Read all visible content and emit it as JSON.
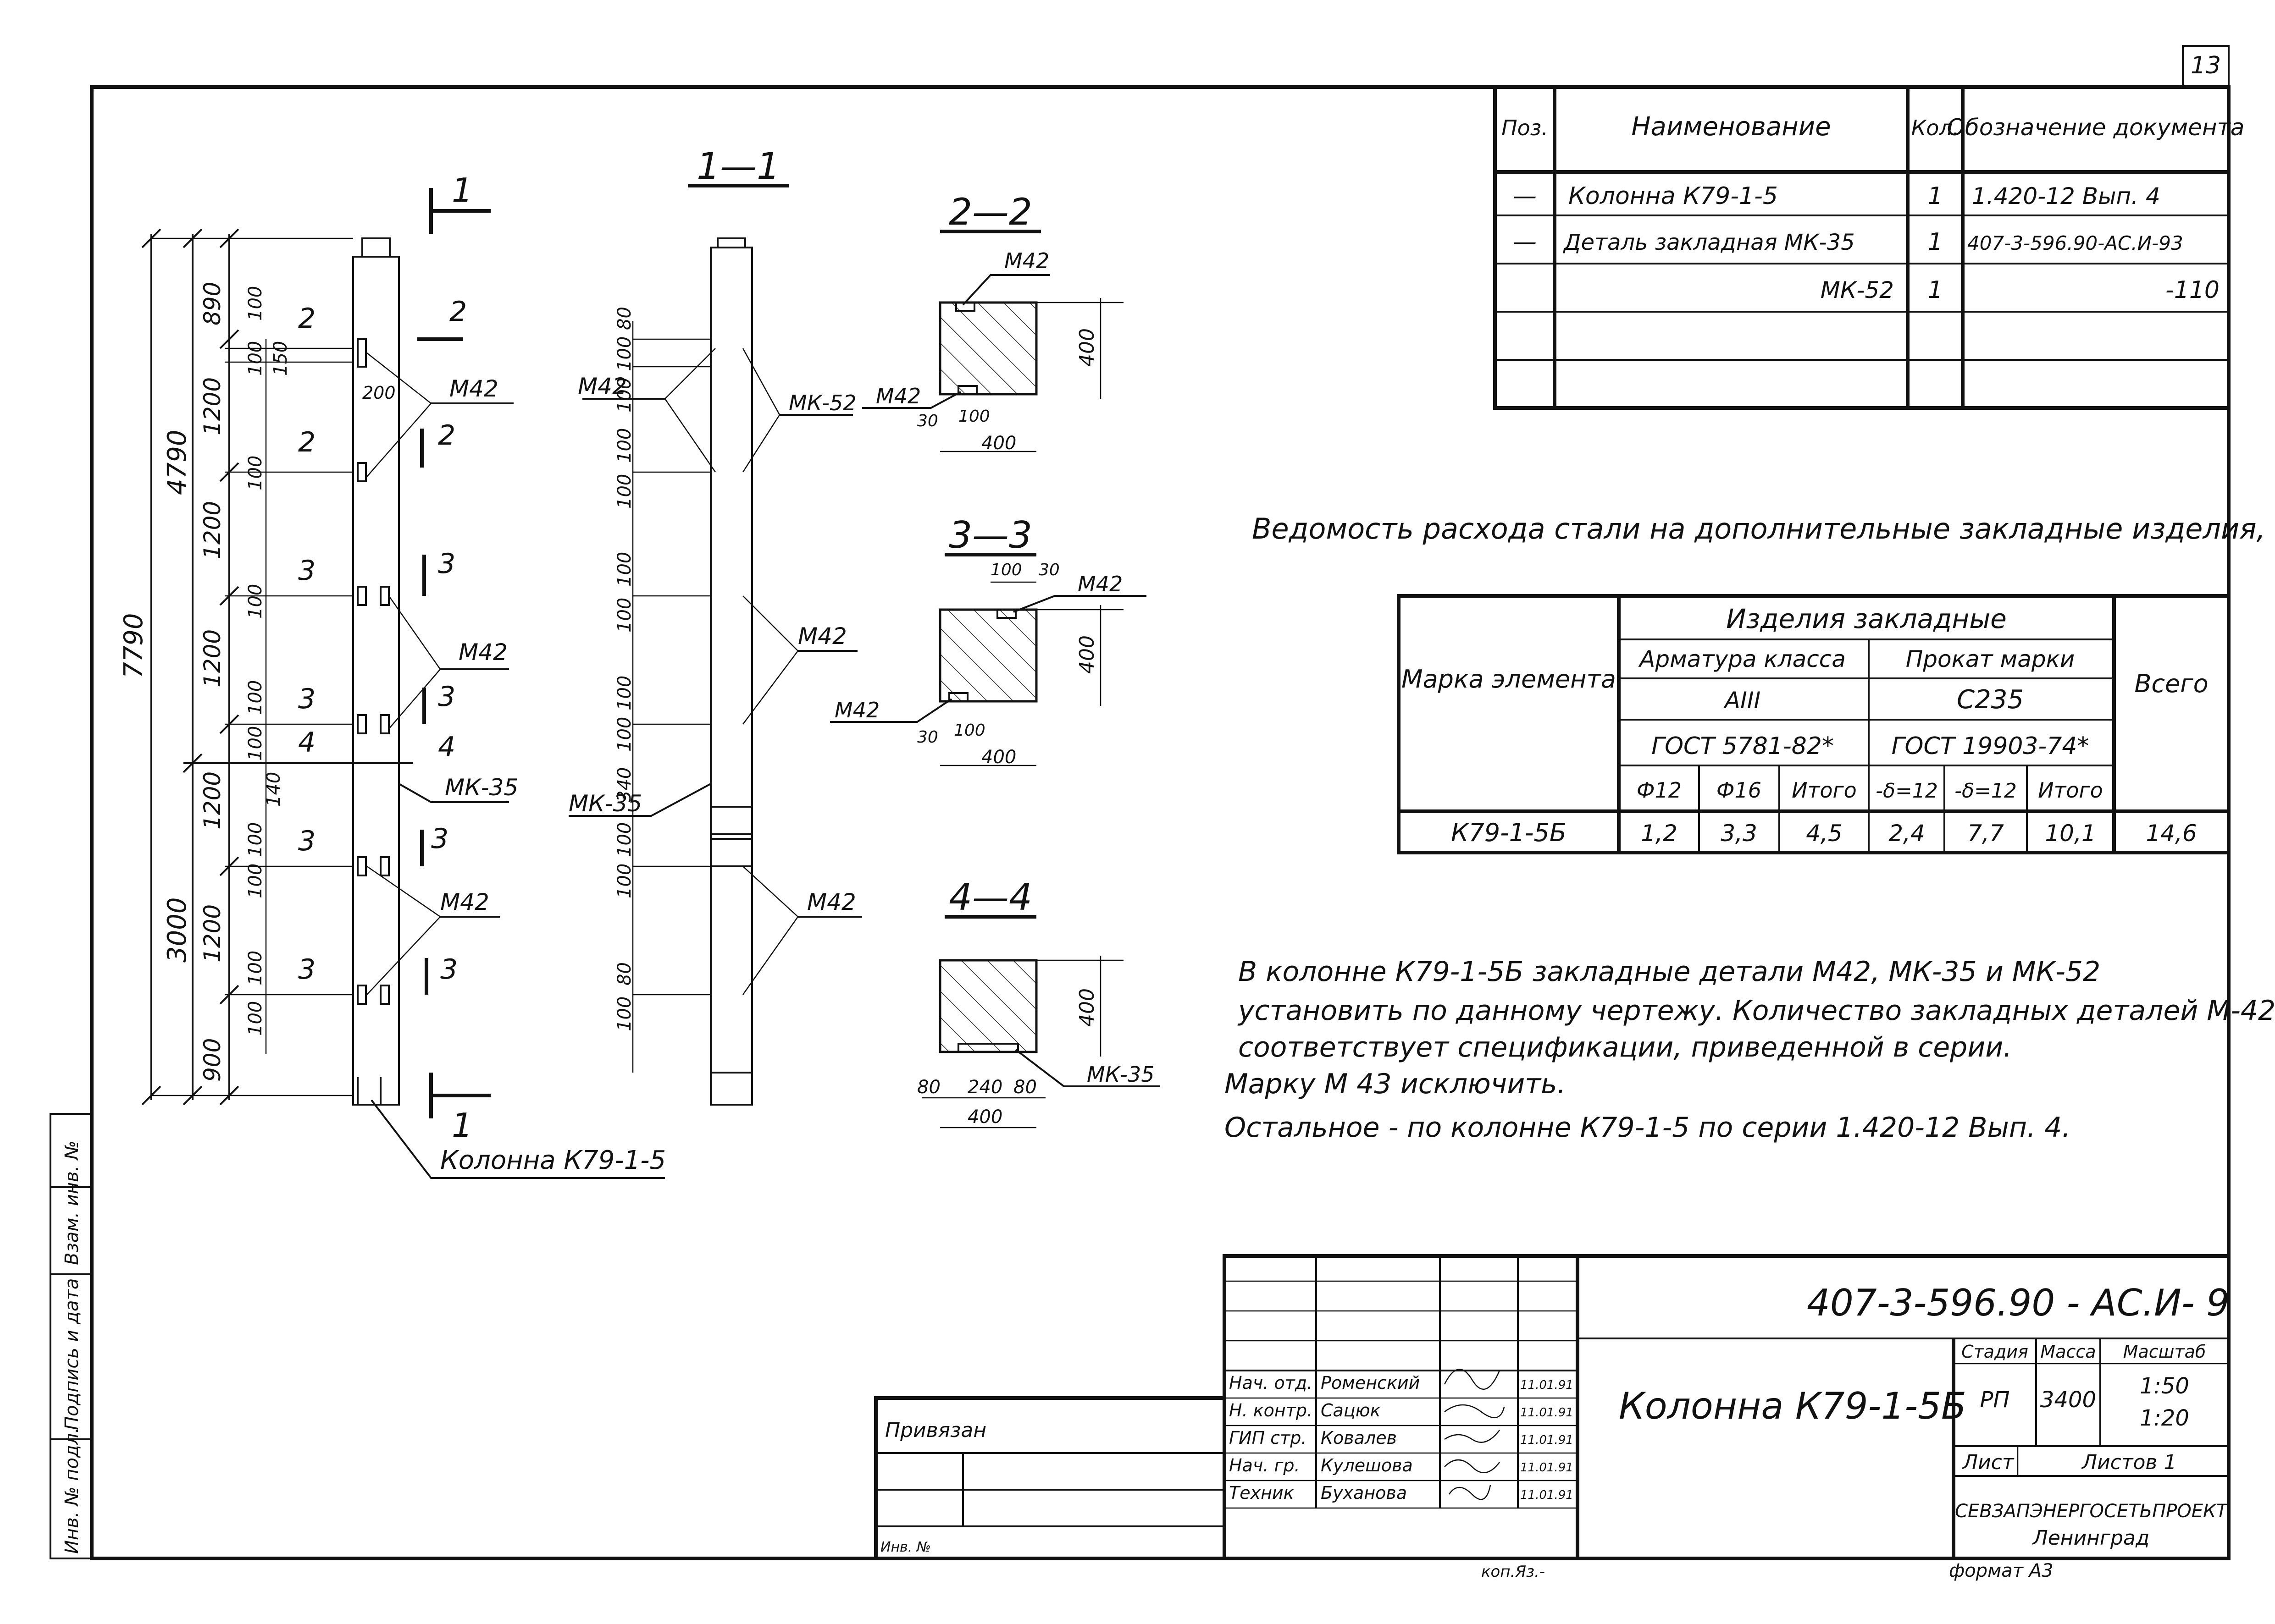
{
  "sheet_number": "13",
  "spec_table": {
    "headers": [
      "Поз.",
      "Наименование",
      "Кол.",
      "Обозначение документа"
    ],
    "rows": [
      [
        "—",
        "Колонна  К79-1-5",
        "1",
        "1.420-12  Вып. 4"
      ],
      [
        "—",
        "Деталь закладная МК-35",
        "1",
        "407-3-596.90-АС.И-93"
      ],
      [
        "",
        "МК-52",
        "1",
        "-110"
      ],
      [
        "",
        "",
        "",
        ""
      ],
      [
        "",
        "",
        "",
        ""
      ]
    ]
  },
  "steel_title": "Ведомость расхода стали на дополнительные закладные изделия, кг",
  "steel_table": {
    "col_element": "Марка элемента",
    "group": "Изделия  закладные",
    "sub1": "Арматура класса",
    "sub2": "Прокат марки",
    "cls1": "АIII",
    "cls2": "С235",
    "gost1": "ГОСТ 5781-82*",
    "gost2": "ГОСТ 19903-74*",
    "total": "Всего",
    "cols": [
      "Ф12",
      "Ф16",
      "Итого",
      "-δ=12",
      "-δ=12",
      "Итого"
    ],
    "row": [
      "К79-1-5Б",
      "1,2",
      "3,3",
      "4,5",
      "2,4",
      "7,7",
      "10,1",
      "14,6"
    ]
  },
  "notes": [
    "В колонне  К79-1-5Б закладные  детали М42, МК-35 и МК-52",
    "установить по данному чертежу. Количество закладных деталей М-42",
    "соответствует спецификации, приведенной  в  серии.",
    "Марку  М 43  исключить.",
    "Остальное - по колонне  К79-1-5 по серии  1.420-12  Вып. 4."
  ],
  "elevation": {
    "section_marks": [
      "1",
      "1",
      "2",
      "2",
      "2",
      "2",
      "3",
      "3",
      "3",
      "3",
      "4",
      "4",
      "3",
      "3",
      "3",
      "3"
    ],
    "overall_dims": [
      "7790",
      "4790",
      "3000"
    ],
    "segment_dims": [
      "890",
      "1200",
      "1200",
      "1200",
      "1200",
      "1200",
      "900"
    ],
    "small_dims": [
      "100",
      "100",
      "150",
      "100",
      "100",
      "100",
      "100",
      "100",
      "140",
      "100",
      "100",
      "100",
      "100",
      "200"
    ],
    "labels": [
      "М42",
      "М42",
      "М42",
      "МК-35",
      "М42"
    ],
    "caption": "Колонна  К79-1-5"
  },
  "section_1_1": {
    "title": "1—1",
    "dims": [
      "80",
      "100",
      "100",
      "100",
      "100",
      "100",
      "100",
      "100",
      "100",
      "340",
      "100",
      "100",
      "80",
      "100"
    ],
    "labels": [
      "М42",
      "МК-52",
      "М42",
      "МК-35",
      "М42"
    ]
  },
  "sections": [
    {
      "title": "2—2",
      "labels": [
        "М42",
        "М42"
      ],
      "dims": [
        "400",
        "30",
        "100",
        "400"
      ]
    },
    {
      "title": "3—3",
      "labels": [
        "М42",
        "М42"
      ],
      "dims": [
        "100",
        "30",
        "400",
        "30",
        "100",
        "400"
      ]
    },
    {
      "title": "4—4",
      "labels": [
        "МК-35"
      ],
      "dims": [
        "400",
        "80",
        "240",
        "80",
        "400"
      ]
    }
  ],
  "title_block": {
    "code": "407-3-596.90 - АС.И- 9",
    "name": "Колонна К79-1-5Б",
    "stage_h": "Стадия",
    "mass_h": "Масса",
    "scale_h": "Масштаб",
    "stage": "РП",
    "mass": "3400",
    "scale1": "1:50",
    "scale2": "1:20",
    "sheet_h": "Лист",
    "sheets_h": "Листов 1",
    "org1": "СЕВЗАПЭНЕРГОСЕТЬПРОЕКТ",
    "org2": "Ленинград",
    "privyazan": "Привязан",
    "inv": "Инв. №",
    "staff": [
      {
        "role": "Нач. отд.",
        "name": "Роменский",
        "date": "11.01.91"
      },
      {
        "role": "Н. контр.",
        "name": "Сацюк",
        "date": "11.01.91"
      },
      {
        "role": "ГИП стр.",
        "name": "Ковалев",
        "date": "11.01.91"
      },
      {
        "role": "Нач. гр.",
        "name": "Кулешова",
        "date": "11.01.91"
      },
      {
        "role": "Техник",
        "name": "Буханова",
        "date": "11.01.91"
      }
    ],
    "copied": "коп.Яз.-",
    "format": "формат А3"
  },
  "side_stamp": [
    "Инв. № подл.",
    "Подпись и дата",
    "Взам. инв. №"
  ]
}
